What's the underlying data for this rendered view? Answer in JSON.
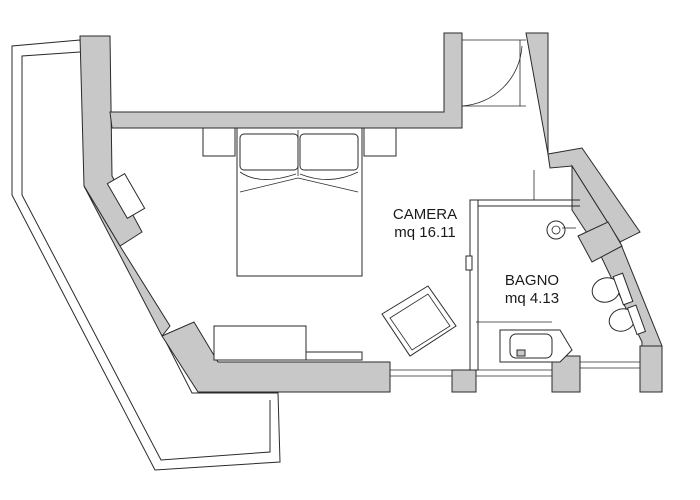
{
  "rooms": {
    "camera": {
      "name": "CAMERA",
      "area": "mq 16.11"
    },
    "bagno": {
      "name": "BAGNO",
      "area": "mq 4.13"
    }
  },
  "colors": {
    "wall_fill": "#c8c8c8",
    "line": "#2a2a2a",
    "background": "#ffffff"
  }
}
